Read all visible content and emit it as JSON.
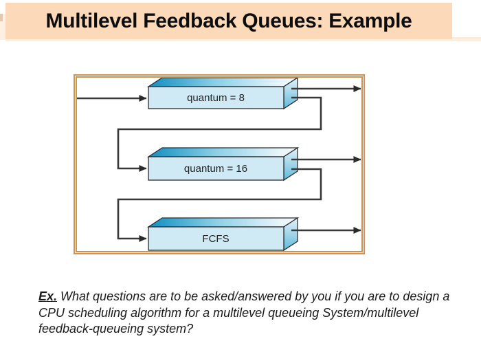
{
  "title": "Multilevel Feedback Queues: Example",
  "diagram": {
    "queues": [
      {
        "label": "quantum = 8"
      },
      {
        "label": "quantum = 16"
      },
      {
        "label": "FCFS"
      }
    ]
  },
  "note": {
    "prefix": "Ex.",
    "body": " What questions are to be asked/answered by you if you are to design a CPU scheduling algorithm for a multilevel queueing System/multilevel feedback-queueing system?"
  },
  "colors": {
    "title_bar_bg": "#fbd9b9",
    "frame_border": "#cf9350",
    "box_front": "#cfe9f5",
    "box_top_dark": "#1590c2",
    "box_side": "#6fc1e0",
    "arrow_line": "#383838",
    "title_text": "#0d0d0d"
  }
}
